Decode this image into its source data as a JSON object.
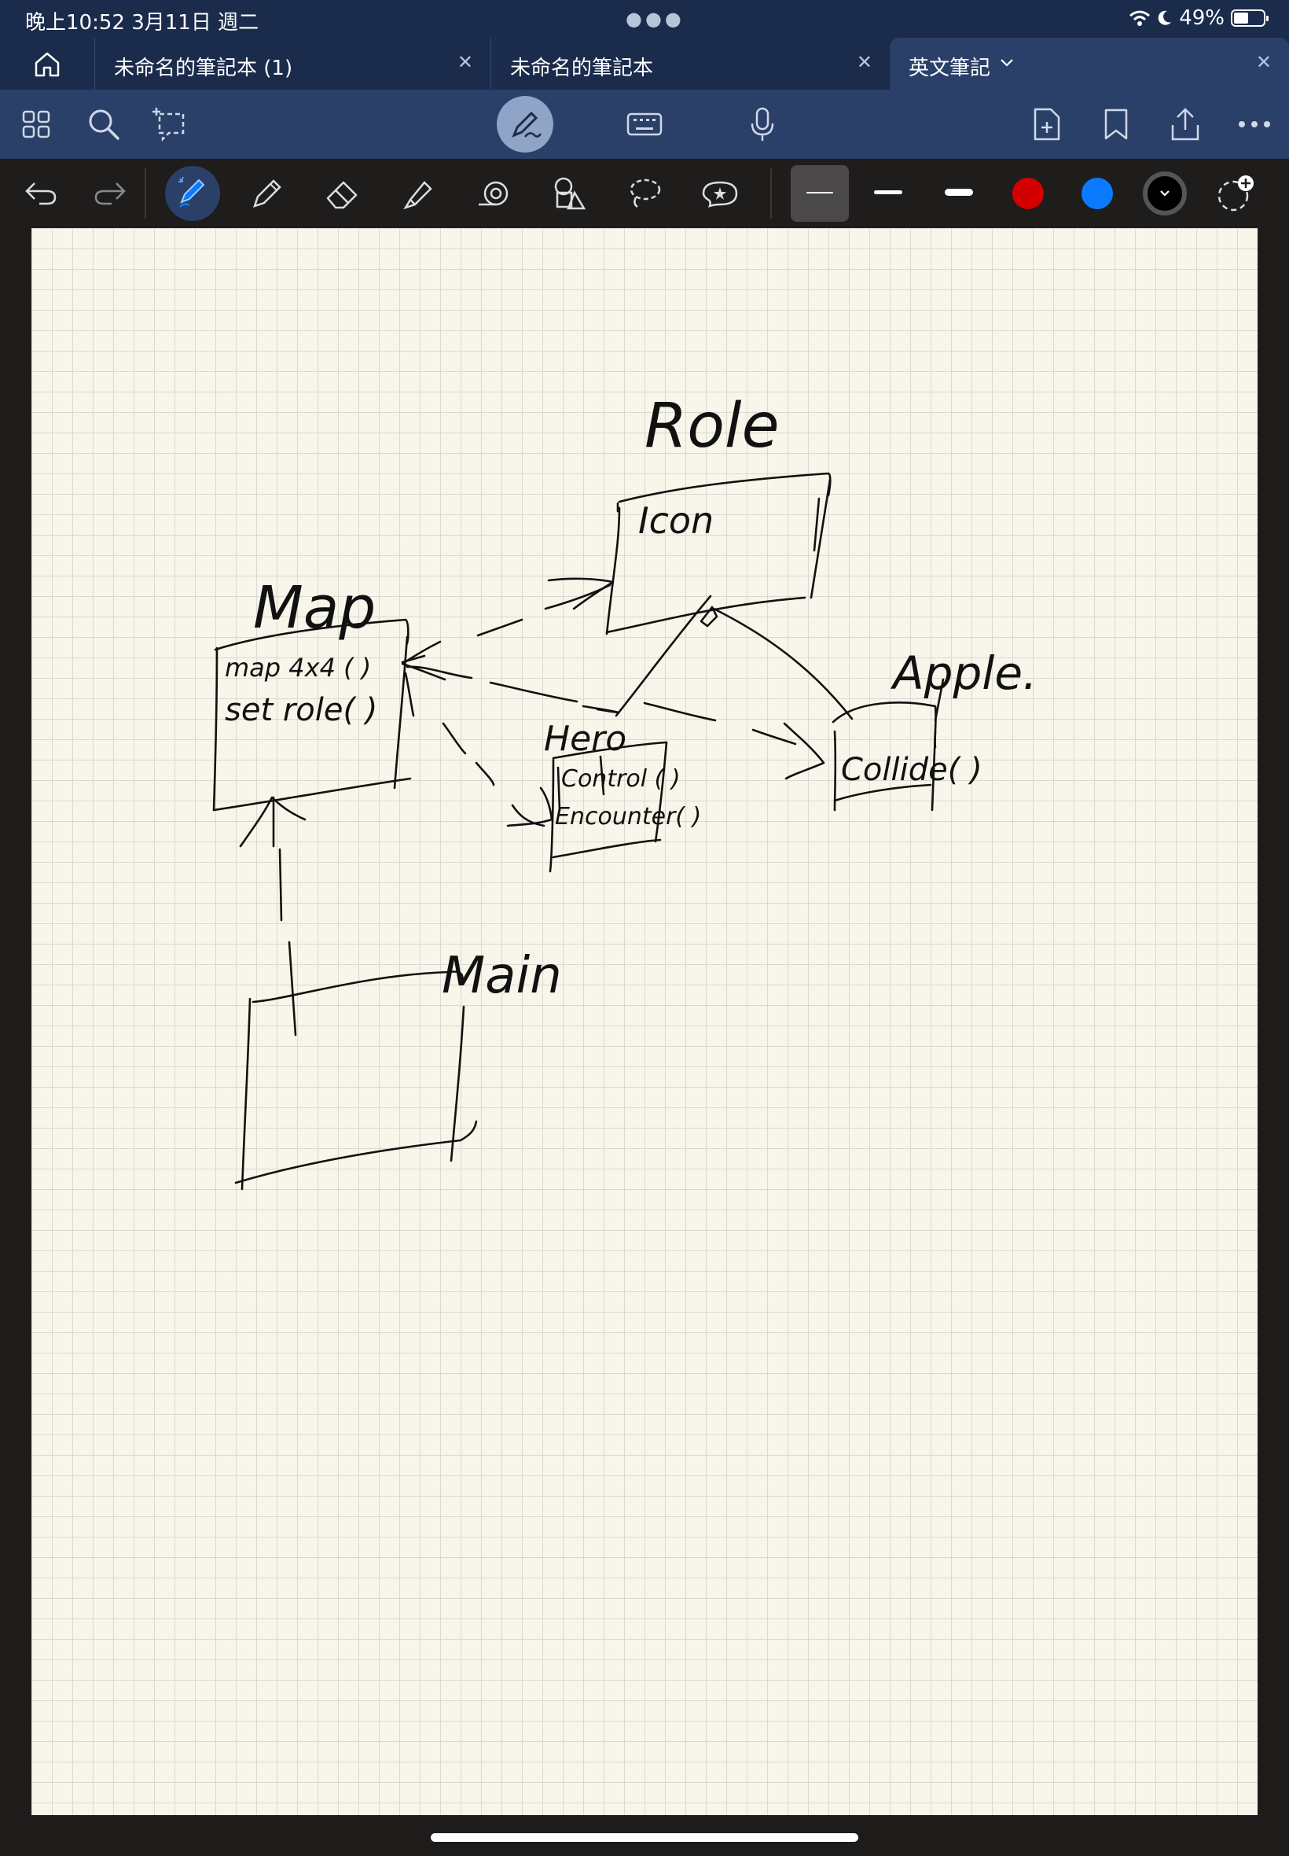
{
  "status_bar": {
    "time": "晚上10:52   3月11日 週二",
    "battery": "49%",
    "battery_level": 0.49
  },
  "tabs": [
    {
      "label": "未命名的筆記本 (1)",
      "active": false
    },
    {
      "label": "未命名的筆記本",
      "active": false
    },
    {
      "label": "英文筆記",
      "active": true
    }
  ],
  "toolbar_icons": [
    "grid-icon",
    "search-icon",
    "lasso-plus-icon",
    "pen-mode-icon",
    "keyboard-icon",
    "microphone-icon",
    "new-page-icon",
    "bookmark-icon",
    "share-icon",
    "more-icon"
  ],
  "pen_colors": {
    "red": "#d40000",
    "blue": "#0a7bff",
    "black": "#000000"
  },
  "notes": {
    "role": "Role",
    "icon": "Icon",
    "map": "Map",
    "map_method1": "map 4x4 ( )",
    "map_method2": "set role( )",
    "hero": "Hero",
    "hero_method1": "Control ( )",
    "hero_method2": "Encounter( )",
    "apple": "Apple.",
    "apple_method": "Collide( )",
    "main": "Main"
  }
}
